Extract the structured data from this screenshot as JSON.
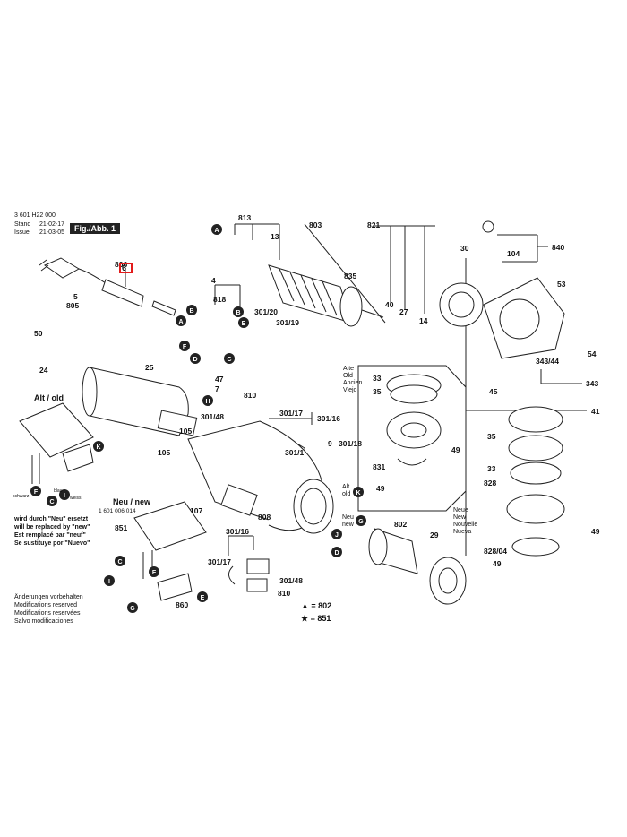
{
  "header": {
    "doc_number": "3 601 H22 000",
    "stand_label": "Stand",
    "stand_date": "21-02-17",
    "issue_label": "Issue",
    "issue_date": "21-03-05",
    "figure": "Fig./Abb. 1"
  },
  "sections": {
    "alt_old": "Alt / old",
    "neu_new": "Neu / new",
    "alte_lines": [
      "Alte",
      "Old",
      "Ancien",
      "Viejo"
    ],
    "neue_lines": [
      "Neue",
      "New",
      "Nouvelle",
      "Nueva"
    ],
    "alt_old_small": [
      "Alt",
      "old"
    ],
    "neu_new_small": [
      "Neu",
      "new"
    ]
  },
  "replaced_note": [
    "wird durch \"Neu\" ersetzt",
    "will be replaced by \"new\"",
    "Est remplacé par \"neuf\"",
    "Se sustituye por \"Nuevo\""
  ],
  "modifications_note": [
    "Änderungen vorbehalten",
    "Modifications reserved",
    "Modifications reservées",
    "Salvo modificaciones"
  ],
  "legend": {
    "triangle": "▲ = 802",
    "star": "★ = 851"
  },
  "highlighted_part": "6",
  "sub_part_number": "1 601 006 014",
  "wire_labels": [
    "schwarz",
    "blau",
    "weiss"
  ],
  "part_labels": [
    "813",
    "803",
    "821",
    "30",
    "840",
    "104",
    "806",
    "5",
    "805",
    "835",
    "53",
    "4",
    "818",
    "301/20",
    "301/19",
    "40",
    "27",
    "14",
    "50",
    "24",
    "25",
    "47",
    "7",
    "810",
    "301/48",
    "301/17",
    "301/16",
    "105",
    "301/1",
    "9",
    "301/18",
    "808",
    "343/44",
    "54",
    "343",
    "45",
    "41",
    "33",
    "35",
    "49",
    "831",
    "828",
    "802",
    "29",
    "828/04",
    "107",
    "851",
    "860",
    "13",
    "301/16",
    "301/17",
    "301/48",
    "810"
  ],
  "connector_letters": [
    "A",
    "B",
    "C",
    "D",
    "E",
    "F",
    "G",
    "H",
    "I",
    "J",
    "K"
  ]
}
